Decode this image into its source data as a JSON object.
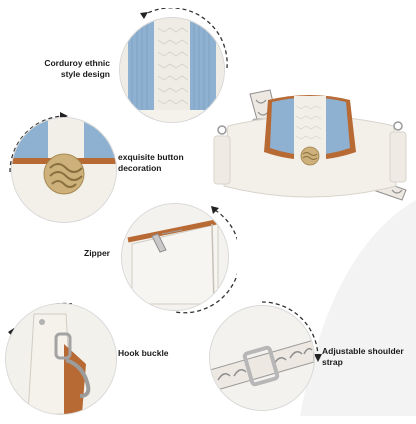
{
  "features": [
    {
      "id": "corduroy",
      "label": "Corduroy ethnic style design"
    },
    {
      "id": "button",
      "label": "exquisite button decoration"
    },
    {
      "id": "zipper",
      "label": "Zipper"
    },
    {
      "id": "hook",
      "label": "Hook buckle"
    },
    {
      "id": "strap",
      "label": "Adjustable shoulder strap"
    }
  ],
  "colors": {
    "bag_body": "#f3f0ea",
    "corduroy_blue": "#8fb1d1",
    "leather_trim": "#b86a35",
    "gold": "#cdb07a",
    "strap_pattern": "#8f8f8f"
  }
}
